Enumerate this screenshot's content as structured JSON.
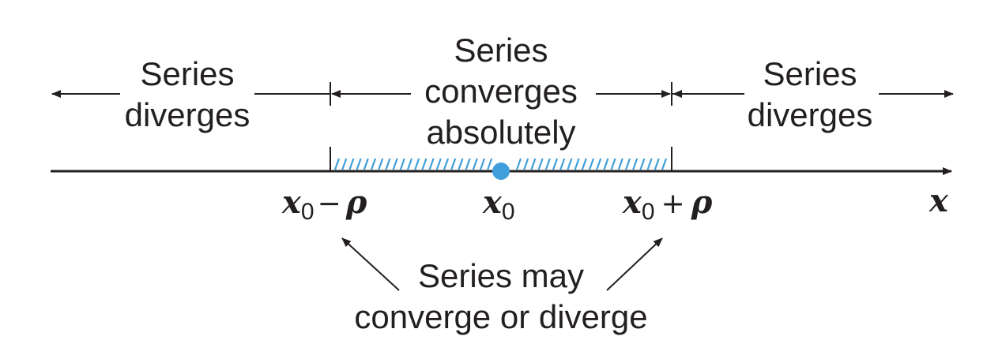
{
  "regions": {
    "left": {
      "line1": "Series",
      "line2": "diverges"
    },
    "center": {
      "line1": "Series",
      "line2": "converges",
      "line3": "absolutely"
    },
    "right": {
      "line1": "Series",
      "line2": "diverges"
    }
  },
  "bottom_note": {
    "line1": "Series may",
    "line2": "converge or diverge"
  },
  "axis": {
    "variable": "x",
    "center_var": "x",
    "center_sub": "0",
    "left_var": "x",
    "left_sub": "0",
    "left_op": "−",
    "left_sym": "ρ",
    "right_var": "x",
    "right_sub": "0",
    "right_op": "+",
    "right_sym": "ρ"
  },
  "colors": {
    "ink": "#231f20",
    "accent": "#3f9fdb"
  }
}
